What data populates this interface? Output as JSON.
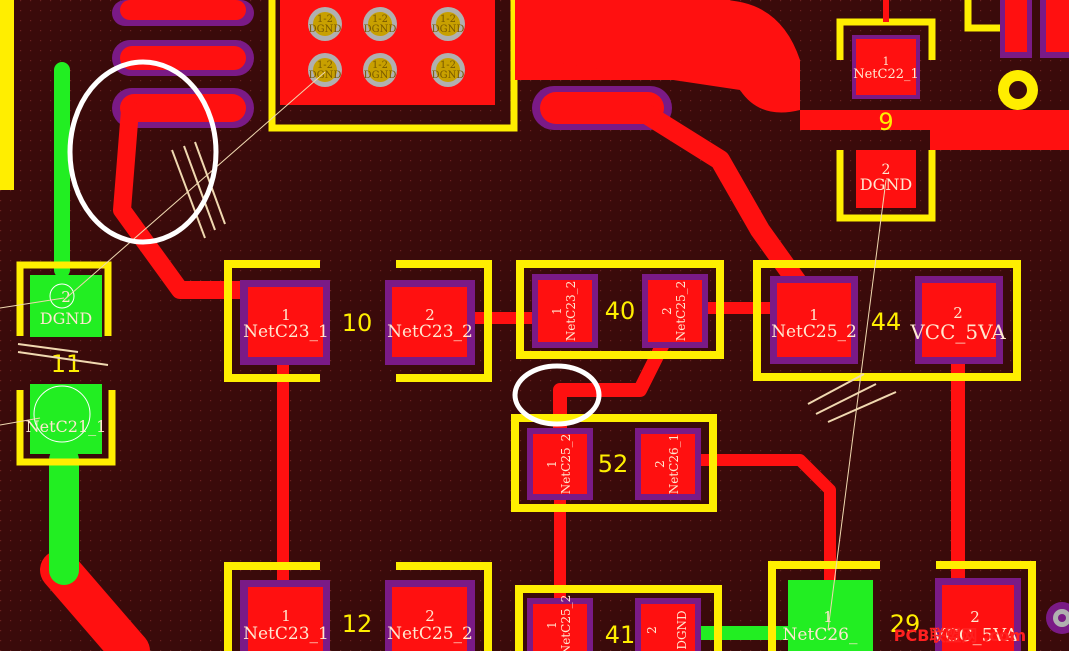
{
  "colors": {
    "background": "#3a0a0a",
    "copper_top": "#ff1010",
    "copper_bottom": "#22ee22",
    "silkscreen": "#ffee00",
    "solder_mask": "#7a1a86",
    "pad_text": "#ffe8d0",
    "ratsnest": "#f0d8b0",
    "highlight": "#ffffff",
    "via_pad": "#c8a000"
  },
  "components": {
    "c9": {
      "designator": "9",
      "pad1_num": "1",
      "pad1_net": "NetC22_1",
      "pad2_num": "2",
      "pad2_net": "DGND"
    },
    "c10": {
      "designator": "10",
      "pad1_num": "1",
      "pad1_net": "NetC23_1",
      "pad2_num": "2",
      "pad2_net": "NetC23_2"
    },
    "c11": {
      "designator": "11",
      "pad1_num": "2",
      "pad1_net": "DGND",
      "pad2_net": "NetC21_1"
    },
    "c12": {
      "designator": "12",
      "pad1_num": "1",
      "pad1_net": "NetC23_1",
      "pad2_num": "2",
      "pad2_net": "NetC25_2"
    },
    "c29": {
      "designator": "29",
      "pad1_num": "1",
      "pad1_net": "NetC26_",
      "pad2_num": "2",
      "pad2_net": "VCC_5VA"
    },
    "c40": {
      "designator": "40",
      "pad1_num": "1",
      "pad1_net": "NetC23_2",
      "pad2_num": "2",
      "pad2_net": "NetC25_2"
    },
    "c41": {
      "designator": "41",
      "pad1_num": "1",
      "pad1_net": "NetC25_2",
      "pad2_num": "2",
      "pad2_net": "DGND"
    },
    "c44": {
      "designator": "44",
      "pad1_num": "1",
      "pad1_net": "NetC25_2",
      "pad2_num": "2",
      "pad2_net": "VCC_5VA"
    },
    "c52": {
      "designator": "52",
      "pad1_num": "1",
      "pad1_net": "NetC25_2",
      "pad2_num": "2",
      "pad2_net": "NetC26_1"
    }
  },
  "via_array": {
    "pad_num": "1-2",
    "net": "DGND"
  },
  "watermark": "PCB联盟网 .com"
}
